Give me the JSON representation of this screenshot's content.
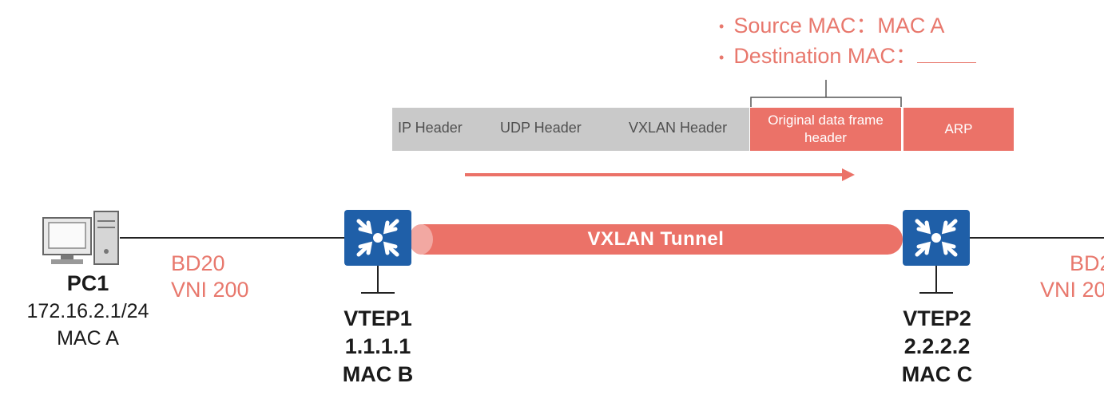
{
  "bullets": {
    "source": "Source MAC：MAC A",
    "destination": "Destination MAC："
  },
  "header": {
    "ip": "IP Header",
    "udp": "UDP Header",
    "vxlan": "VXLAN Header",
    "original": "Original data frame header",
    "arp": "ARP"
  },
  "tunnel": {
    "label": "VXLAN Tunnel"
  },
  "pc1": {
    "name": "PC1",
    "ip": "172.16.2.1/24",
    "mac": "MAC A"
  },
  "bd_left": {
    "bd": "BD20",
    "vni": "VNI 200"
  },
  "bd_right": {
    "bd": "BD2",
    "vni": "VNI 20"
  },
  "vtep1": {
    "name": "VTEP1",
    "ip": "1.1.1.1",
    "mac": "MAC B"
  },
  "vtep2": {
    "name": "VTEP2",
    "ip": "2.2.2.2",
    "mac": "MAC C"
  },
  "colors": {
    "accent": "#eb7268",
    "switch": "#1f5fa8",
    "gray": "#c9c9c9"
  }
}
